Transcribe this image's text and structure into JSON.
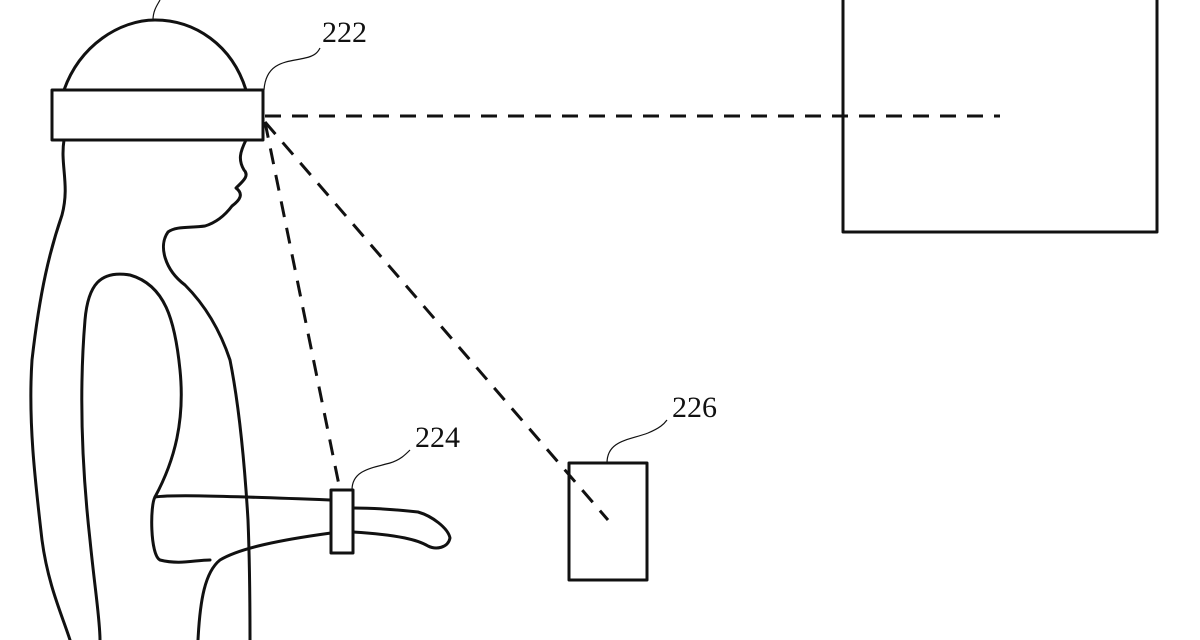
{
  "labels": {
    "head_mounted_device": "222",
    "wrist_device": "224",
    "handheld_device": "226"
  },
  "colors": {
    "stroke": "#111111",
    "background": "#ffffff"
  }
}
